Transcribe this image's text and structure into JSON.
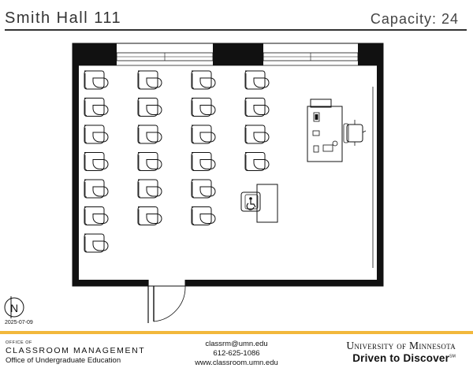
{
  "room": {
    "name": "Smith Hall 111",
    "capacity_label": "Capacity:",
    "capacity_value": "24"
  },
  "plan": {
    "date": "2025-07-09",
    "compass_letter": "N",
    "chair_columns": [
      7,
      6,
      6,
      4
    ],
    "fixtures": [
      "instructor-station",
      "desk-chair",
      "accessible-table",
      "accessibility-symbol",
      "entry-door",
      "windows"
    ]
  },
  "footer": {
    "dept_small": "OFFICE OF",
    "dept_name": "CLASSROOM MANAGEMENT",
    "dept_sub": "Office of Undergraduate Education",
    "email": "classrm@umn.edu",
    "phone": "612-625-1086",
    "website": "www.classroom.umn.edu",
    "university": "University of Minnesota",
    "tagline": "Driven to Discover",
    "tagline_mark": "SM",
    "accent_color": "#f2b83c"
  }
}
